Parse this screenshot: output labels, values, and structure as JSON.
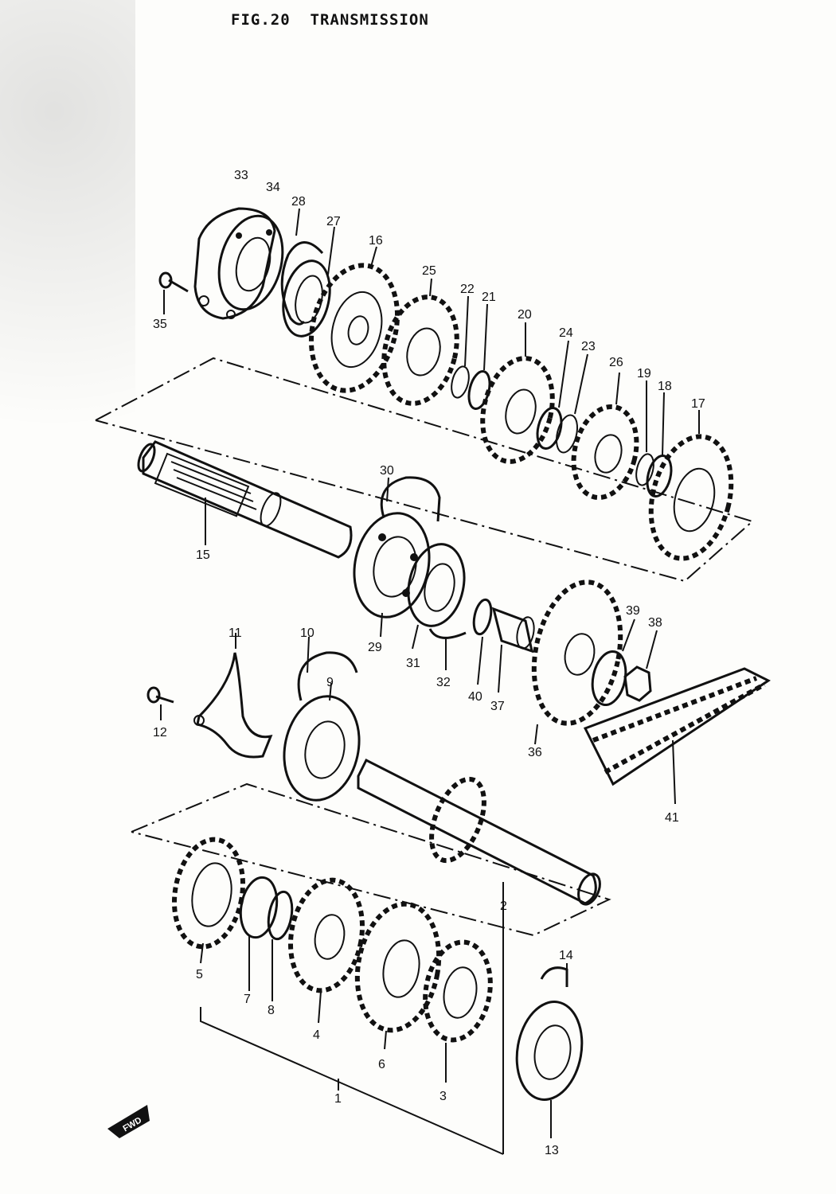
{
  "figure": {
    "title": "FIG.20  TRANSMISSION",
    "fwd_label": "FWD"
  },
  "callouts": [
    {
      "id": "c33",
      "text": "33"
    },
    {
      "id": "c34",
      "text": "34"
    },
    {
      "id": "c28",
      "text": "28"
    },
    {
      "id": "c27",
      "text": "27"
    },
    {
      "id": "c16",
      "text": "16"
    },
    {
      "id": "c25",
      "text": "25"
    },
    {
      "id": "c22",
      "text": "22"
    },
    {
      "id": "c21",
      "text": "21"
    },
    {
      "id": "c20",
      "text": "20"
    },
    {
      "id": "c24",
      "text": "24"
    },
    {
      "id": "c23",
      "text": "23"
    },
    {
      "id": "c26",
      "text": "26"
    },
    {
      "id": "c19",
      "text": "19"
    },
    {
      "id": "c18",
      "text": "18"
    },
    {
      "id": "c17",
      "text": "17"
    },
    {
      "id": "c35",
      "text": "35"
    },
    {
      "id": "c30",
      "text": "30"
    },
    {
      "id": "c15",
      "text": "15"
    },
    {
      "id": "c29",
      "text": "29"
    },
    {
      "id": "c31",
      "text": "31"
    },
    {
      "id": "c32",
      "text": "32"
    },
    {
      "id": "c40",
      "text": "40"
    },
    {
      "id": "c37",
      "text": "37"
    },
    {
      "id": "c39",
      "text": "39"
    },
    {
      "id": "c38",
      "text": "38"
    },
    {
      "id": "c36",
      "text": "36"
    },
    {
      "id": "c11",
      "text": "11"
    },
    {
      "id": "c10",
      "text": "10"
    },
    {
      "id": "c9",
      "text": "9"
    },
    {
      "id": "c12",
      "text": "12"
    },
    {
      "id": "c41",
      "text": "41"
    },
    {
      "id": "c2",
      "text": "2"
    },
    {
      "id": "c14",
      "text": "14"
    },
    {
      "id": "c5",
      "text": "5"
    },
    {
      "id": "c7",
      "text": "7"
    },
    {
      "id": "c8",
      "text": "8"
    },
    {
      "id": "c4",
      "text": "4"
    },
    {
      "id": "c6",
      "text": "6"
    },
    {
      "id": "c3",
      "text": "3"
    },
    {
      "id": "c1",
      "text": "1"
    },
    {
      "id": "c13",
      "text": "13"
    }
  ]
}
